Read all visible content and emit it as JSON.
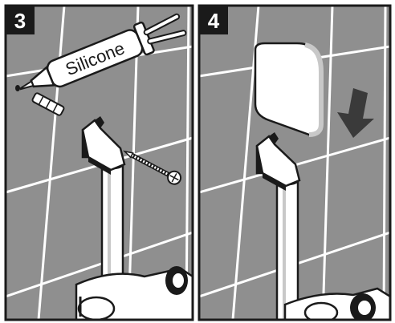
{
  "panels": [
    {
      "step": "3",
      "tube_label": "Silicone"
    },
    {
      "step": "4"
    }
  ],
  "colors": {
    "tile": "#8f8f8f",
    "grout": "#ffffff",
    "frame": "#1a1a1a",
    "part_fill": "#ffffff",
    "shadow": "#c8c8c8",
    "badge": "#1a1a1a",
    "arrow": "#3a3a3a"
  }
}
